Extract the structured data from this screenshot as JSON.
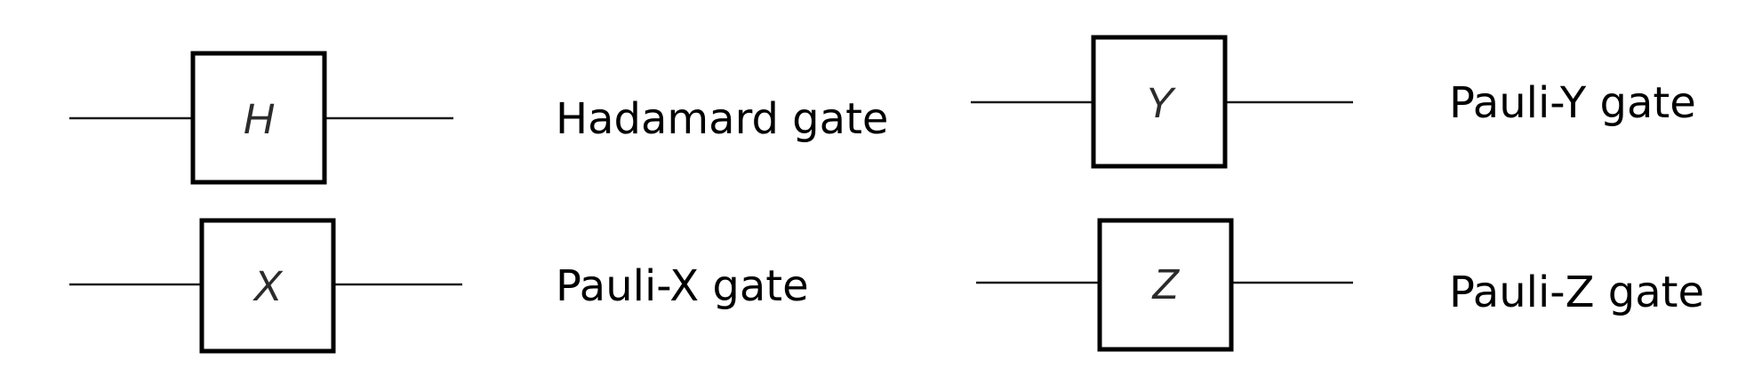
{
  "gates": [
    {
      "symbol": "H",
      "label": "Hadamard gate"
    },
    {
      "symbol": "X",
      "label": "Pauli-X gate"
    },
    {
      "symbol": "Y",
      "label": "Pauli-Y gate"
    },
    {
      "symbol": "Z",
      "label": "Pauli-Z gate"
    }
  ],
  "colors": {
    "wire": "#1a1a1a",
    "box_stroke": "#000000",
    "symbol": "#2b2b2b",
    "label": "#000000"
  }
}
